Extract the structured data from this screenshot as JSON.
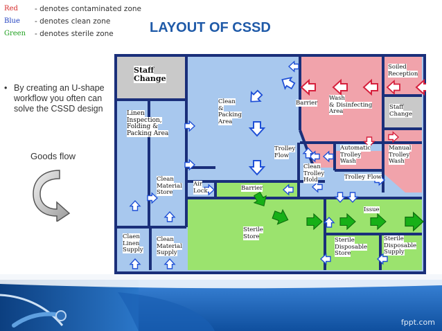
{
  "title": "LAYOUT OF CSSD",
  "legend": [
    {
      "name": "Red",
      "desc": "- denotes contaminated zone",
      "color": "#d62b2b"
    },
    {
      "name": "Blue",
      "desc": "- denotes clean zone",
      "color": "#1f3fbf"
    },
    {
      "name": "Green",
      "desc": "- denotes sterile zone",
      "color": "#1fa01f"
    }
  ],
  "bullet": {
    "symbol": "•",
    "text": "By creating an U-shape workflow you often can solve the CSSD design"
  },
  "goods_flow": "Goods flow",
  "colors": {
    "clean_zone": "#a8c8ee",
    "contaminated_zone": "#f1a3ab",
    "sterile_zone": "#9be36e",
    "grey_room": "#c9c9c9",
    "wall": "#1a2f7a",
    "blue_arrow": "#1e4fd6",
    "red_arrow": "#d61f3c",
    "green_arrow": "#17b017",
    "title": "#1f5aa8"
  },
  "rooms": {
    "staff_change": "Staff\nChange",
    "linen": "Linen\nInspection,\nFolding &\nPacking Area",
    "clean_packing": "Clean\n&\nPacking\nArea",
    "barrier_top": "Barrier",
    "wash": "Wash\n& Disinfecting\nArea",
    "soiled_reception": "Soiled\nReception",
    "staff_change_right": "Staff\nChange",
    "trolley_flow_left": "Trolley\nFlow",
    "clean_trolley_hold": "Clean\nTrolley\nHold",
    "automatic_trolley_wash": "Automatic\nTrolley\nWash",
    "manual_trolley_wash": "Manual\nTrolley\nWash",
    "trolley_flow_right": "Trolley Flow",
    "clean_material_store": "Clean\nMaterial\nStore",
    "air_lock": "Air\nLock",
    "barrier_mid": "Barrier",
    "issue": "Issue",
    "sterile_store": "Sterile\nStore",
    "claen_linen_supply": "Claen\nLinen\nSupply",
    "clean_material_supply": "Clean\nMaterial\nSupply",
    "sterile_disposable_store": "Sterile\nDisposable\nStore",
    "sterile_disposable_supply": "Sterile\nDisposable\nSupply"
  },
  "footer": {
    "brand": "fppt.com"
  }
}
